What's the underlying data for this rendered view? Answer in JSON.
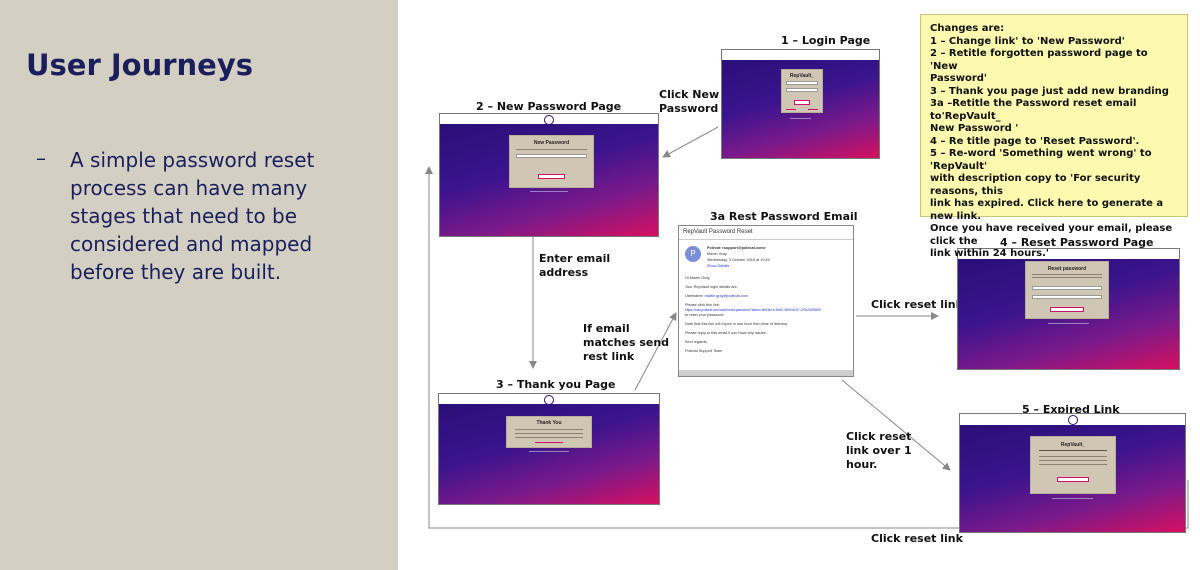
{
  "slide": {
    "title": "User Journeys",
    "bullet_dash": "–",
    "bullet": "A simple password reset process can have many stages that need to be considered and mapped before they are built."
  },
  "screens": {
    "login": "1 – Login Page",
    "new_password": "2 – New Password Page",
    "thank_you": "3 – Thank you Page",
    "email": "3a Rest Password Email",
    "reset_password": "4 – Reset Password Page",
    "expired": "5 – Expired Link"
  },
  "arrows": {
    "click_new_password": [
      "Click New",
      "Password"
    ],
    "enter_email": [
      "Enter email",
      "address"
    ],
    "if_email": [
      "If email",
      "matches send",
      "rest link"
    ],
    "click_reset_1": "Click reset link",
    "click_reset_over": [
      "Click reset",
      "link over 1",
      "hour."
    ],
    "click_reset_2": "Click reset link"
  },
  "mock": {
    "login_card_title": "RepVault_",
    "new_password_card_title": "New Password",
    "thank_you_card_title": "Thank You",
    "reset_card_title": "Reset password",
    "expired_card_title": "RepVault_"
  },
  "email": {
    "subject": "RepVault Password Reset",
    "avatar": "P",
    "sender": "Polecat <support@polecat.com>",
    "to": "Martin Gray",
    "date": "Wednesday, 3 October 2018 at 10:49",
    "show_details": "Show Details",
    "greeting": "Hi Martin Gray,",
    "details_intro": "Your RepVault login details are:",
    "username_label": "Username:",
    "username": "martin.gray@polecat.com",
    "link_intro": "Please click this link:",
    "link": "https://hub.polecat.com/auth/reset-password?token=9e43e1b-5e82-4809-8c97-2f7b25239f00",
    "link_outro": "to reset your password.",
    "expiry": "Note that this link will expire in one hour from time of delivery.",
    "reply": "Please reply to this email if you have any issues.",
    "sign1": "Kind regards,",
    "sign2": "Polecat Support Team"
  },
  "changes": [
    "Changes are:",
    "1 – Change link' to 'New Password'",
    "2 – Retitle  forgotten password page to 'New",
    "Password'",
    "3 – Thank you page just add new branding",
    "3a –Retitle the Password reset email to'RepVault_",
    "New Password '",
    "4 – Re title page to 'Reset Password'.",
    "5 – Re-word   'Something went wrong'  to 'RepVault'",
    "with description copy to 'For security reasons, this",
    "link has expired. Click here to generate a new link.",
    "Once you have received your email, please click the",
    "link within 24 hours.'"
  ]
}
